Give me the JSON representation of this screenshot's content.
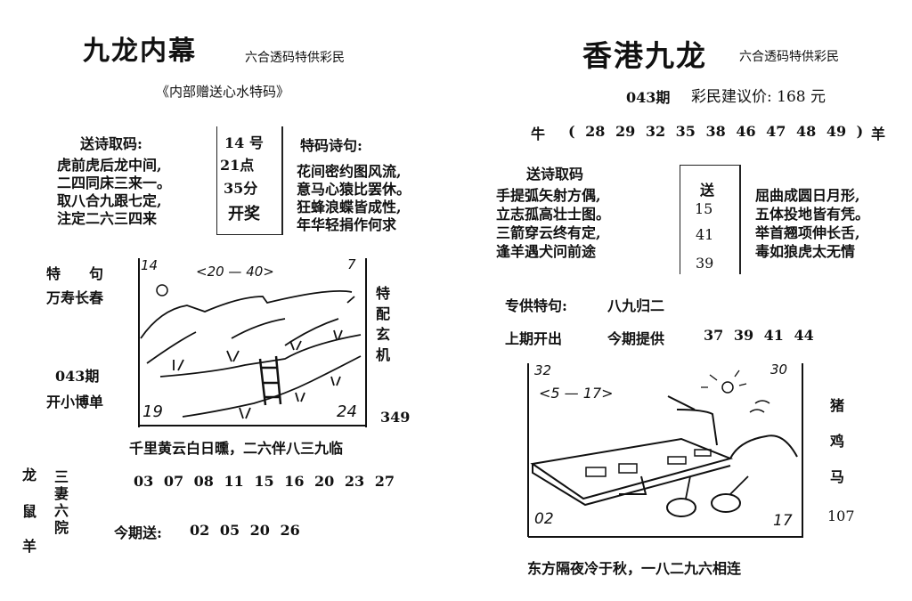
{
  "left": {
    "title": "九龙内幕",
    "subtitle": "六合透码特供彩民",
    "banner": "《内部赠送心水特码》",
    "poem_label": "送诗取码:",
    "poem": [
      "虎前虎后龙中间,",
      "二四同床三来一。",
      "取八合九跟七定,",
      "注定二六三四来"
    ],
    "draw_box": [
      "14 号",
      "21点",
      "35分",
      "开奖"
    ],
    "special_poem_label": "特码诗句:",
    "special_poem": [
      "花间密约图风流,",
      "意马心猿比罢休。",
      "狂蜂浪蝶皆成性,",
      "年华轻捐作何求"
    ],
    "special_phrase_label": "特　　句",
    "special_phrase": "万寿长春",
    "issue": "043期",
    "bet_tip": "开小博单",
    "drawing_labels": {
      "top_left": "14",
      "range": "<20 — 40>",
      "top_right": "7",
      "bottom_left": "19",
      "bottom_right": "24"
    },
    "side_vertical": "特配玄机",
    "side_number": "349",
    "verse": "千里黄云白日曛，二六伴八三九临",
    "numbers": "03  07  08  11  15  16  20  23  27",
    "zodiac_vertical": [
      "龙",
      "鼠",
      "羊"
    ],
    "phrase_vertical": "三妻六院",
    "gift_label": "今期送:",
    "gift_numbers": "02  05  20  26"
  },
  "right": {
    "title": "香港九龙",
    "subtitle": "六合透码特供彩民",
    "issue": "043期",
    "price_label": "彩民建议价: 168 元",
    "zodiac_left": "牛",
    "numbers": "( 28  29  32  35  38  46  47  48  49     )",
    "zodiac_right": "羊",
    "poem_label": "送诗取码",
    "poem_left": [
      "手提弧矢射方偶,",
      "立志孤高壮士图。",
      "三箭穿云终有定,",
      "逢羊遇犬问前途"
    ],
    "gift_box": [
      "送",
      "15",
      "41",
      "39"
    ],
    "poem_right": [
      "屈曲成圆日月形,",
      "五体投地皆有凭。",
      "举首翘项伸长舌,",
      "毒如狼虎太无情"
    ],
    "special_label": "专供特句:",
    "special_value": "八九归二",
    "last_label": "上期开出",
    "offer_label": "今期提供",
    "offer_numbers": "37  39  41  44",
    "drawing_labels": {
      "top_left": "32",
      "range": "<5 — 17>",
      "top_right": "30",
      "bottom_left": "02",
      "bottom_right": "17"
    },
    "zodiac_vertical": [
      "猪",
      "鸡",
      "马"
    ],
    "side_number": "107",
    "verse": "东方隔夜冷于秋，一八二九六相连"
  }
}
